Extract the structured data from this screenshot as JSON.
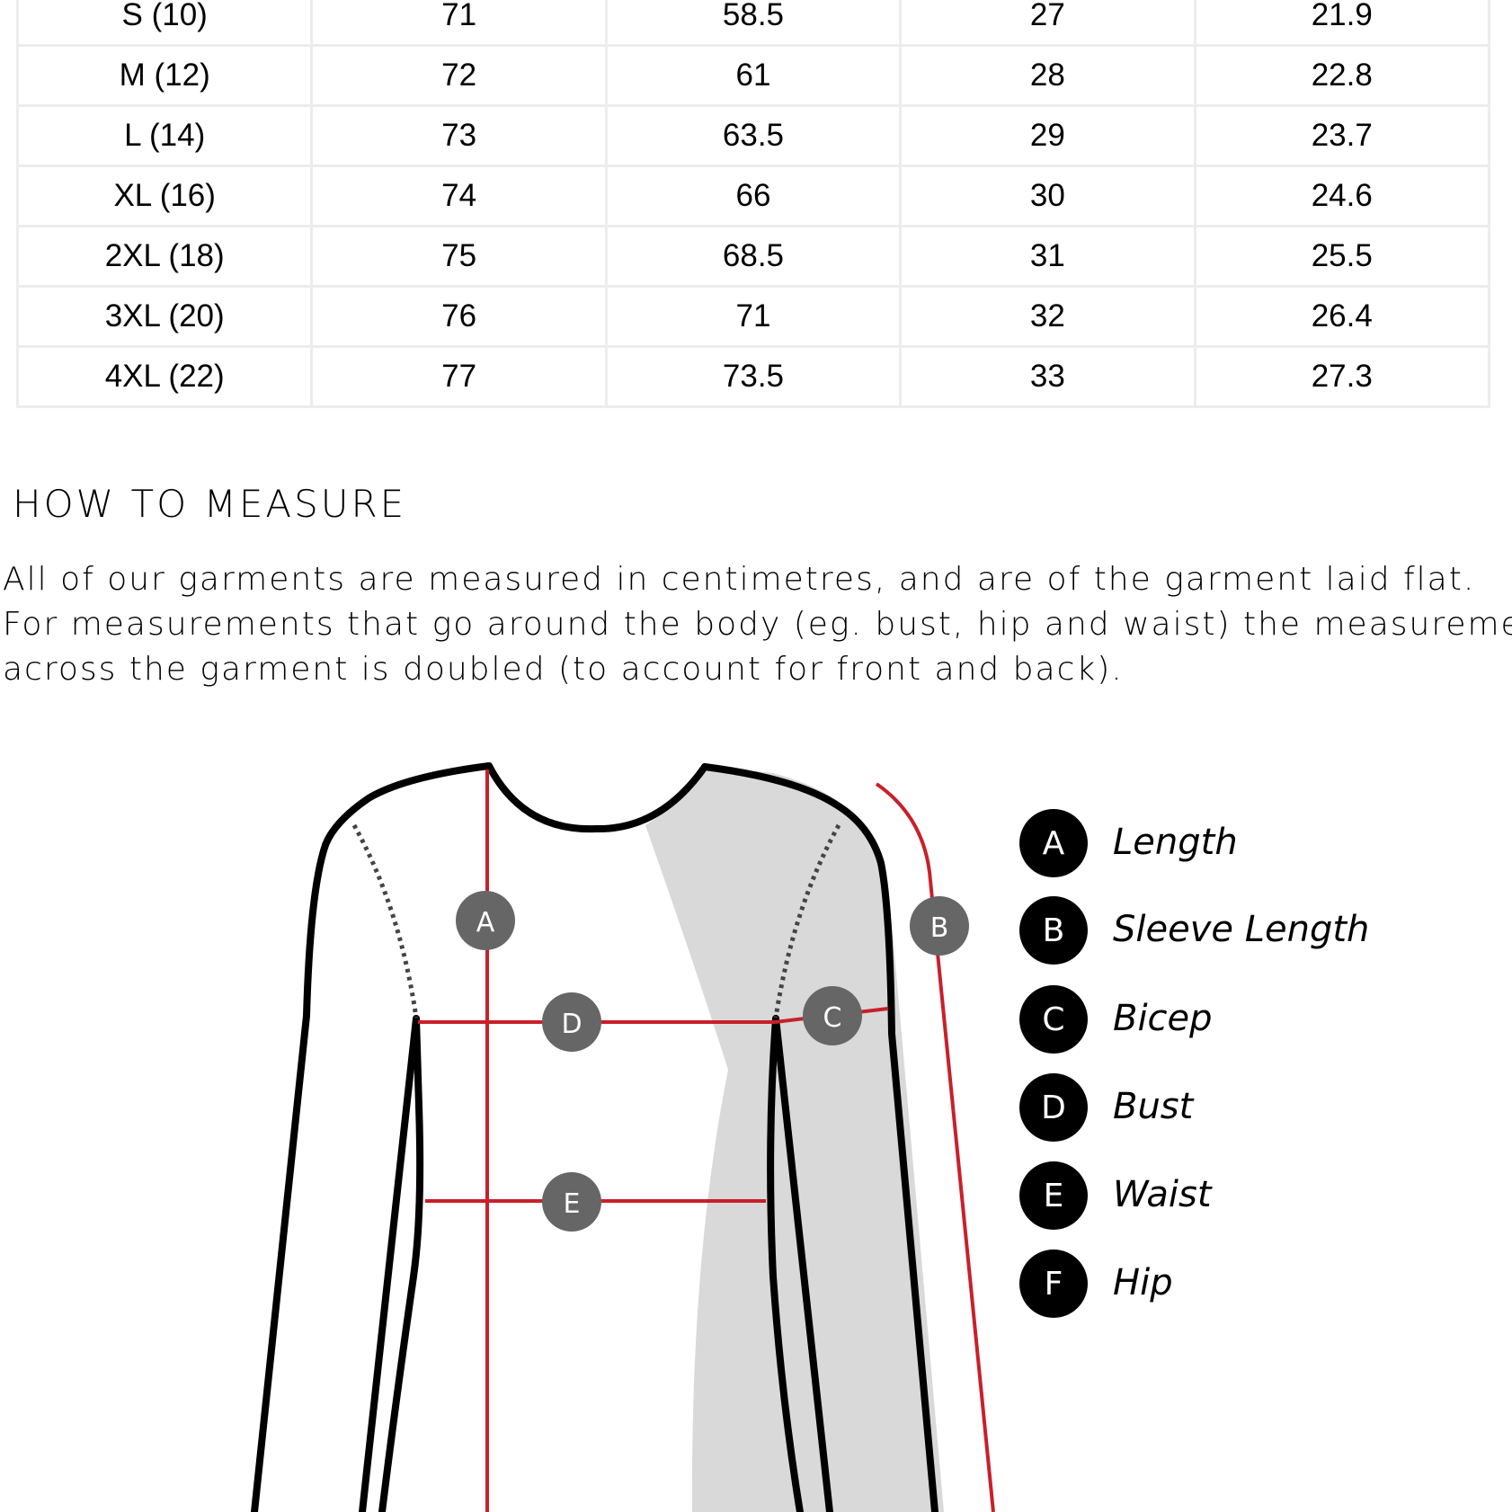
{
  "size_table": {
    "rows": [
      [
        "S (10)",
        "71",
        "58.5",
        "27",
        "21.9"
      ],
      [
        "M (12)",
        "72",
        "61",
        "28",
        "22.8"
      ],
      [
        "L (14)",
        "73",
        "63.5",
        "29",
        "23.7"
      ],
      [
        "XL (16)",
        "74",
        "66",
        "30",
        "24.6"
      ],
      [
        "2XL (18)",
        "75",
        "68.5",
        "31",
        "25.5"
      ],
      [
        "3XL (20)",
        "76",
        "71",
        "32",
        "26.4"
      ],
      [
        "4XL (22)",
        "77",
        "73.5",
        "33",
        "27.3"
      ]
    ]
  },
  "how_to_measure": {
    "title": "HOW TO MEASURE",
    "lines": [
      "All of our garments are measured in centimetres, and are of the garment laid flat.",
      "For measurements that go around the body (eg. bust, hip and waist) the measurement",
      "across the garment is doubled (to account for front and back)."
    ]
  },
  "diagram": {
    "markers": [
      "A",
      "B",
      "C",
      "D",
      "E"
    ],
    "colors": {
      "outline": "#000000",
      "measure_line": "#c8202a",
      "marker": "#666666",
      "shade": "#d9d9d9"
    }
  },
  "legend": [
    {
      "key": "A",
      "label": "Length"
    },
    {
      "key": "B",
      "label": "Sleeve Length"
    },
    {
      "key": "C",
      "label": "Bicep"
    },
    {
      "key": "D",
      "label": "Bust"
    },
    {
      "key": "E",
      "label": "Waist"
    },
    {
      "key": "F",
      "label": "Hip"
    }
  ]
}
